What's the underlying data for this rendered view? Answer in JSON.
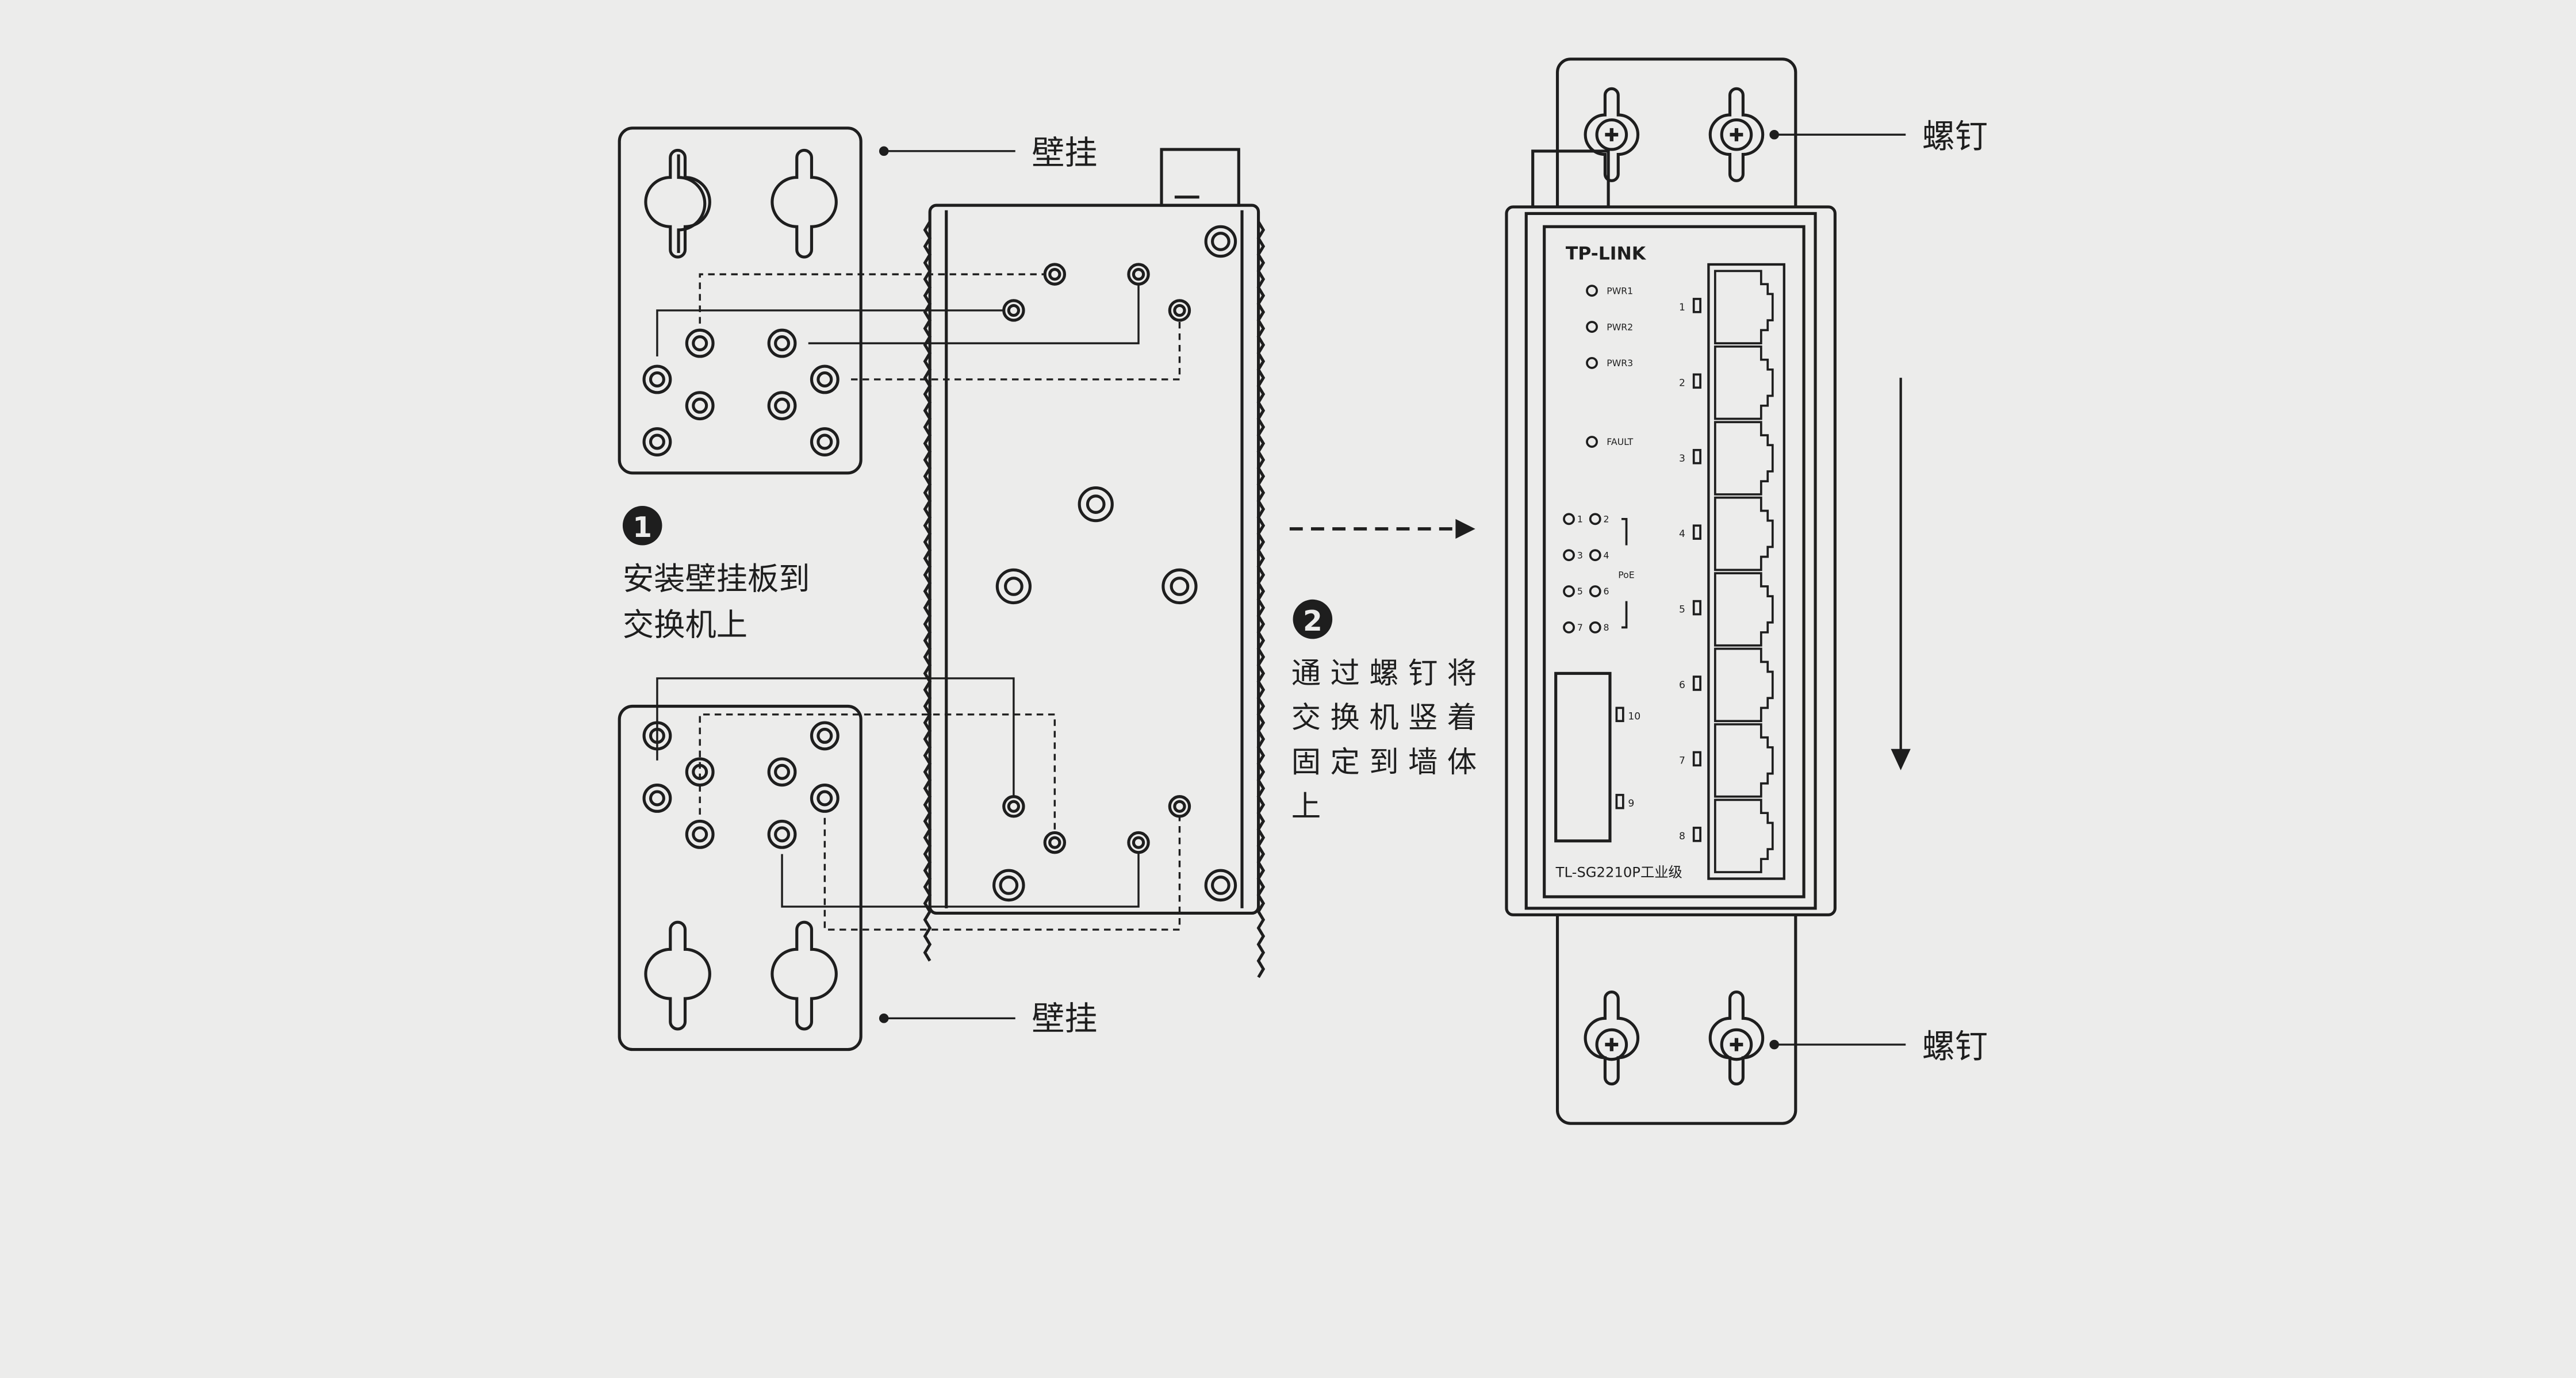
{
  "colors": {
    "background": "#ececeb",
    "line": "#1e1e1e",
    "panel": "#ececeb"
  },
  "labels": {
    "wall_mount_top": "壁挂",
    "wall_mount_bottom": "壁挂",
    "screw_top": "螺钉",
    "screw_bottom": "螺钉"
  },
  "steps": [
    {
      "number": "1",
      "lines": [
        "安装壁挂板到",
        "交换机上"
      ]
    },
    {
      "number": "2",
      "lines": [
        "通 过 螺 钉 将",
        "交 换 机 竖 着",
        "固 定 到 墙 体",
        "上"
      ]
    }
  ],
  "device": {
    "brand": "TP-LINK",
    "model": "TL-SG2210P工业级",
    "power_leds": [
      "PWR1",
      "PWR2",
      "PWR3"
    ],
    "fault_led": "FAULT",
    "poe_label": "PoE",
    "poe_pairs": [
      [
        "1",
        "2"
      ],
      [
        "3",
        "4"
      ],
      [
        "5",
        "6"
      ],
      [
        "7",
        "8"
      ]
    ],
    "rj45_ports": [
      "1",
      "2",
      "3",
      "4",
      "5",
      "6",
      "7",
      "8"
    ],
    "sfp_ports": [
      "10",
      "9"
    ]
  }
}
